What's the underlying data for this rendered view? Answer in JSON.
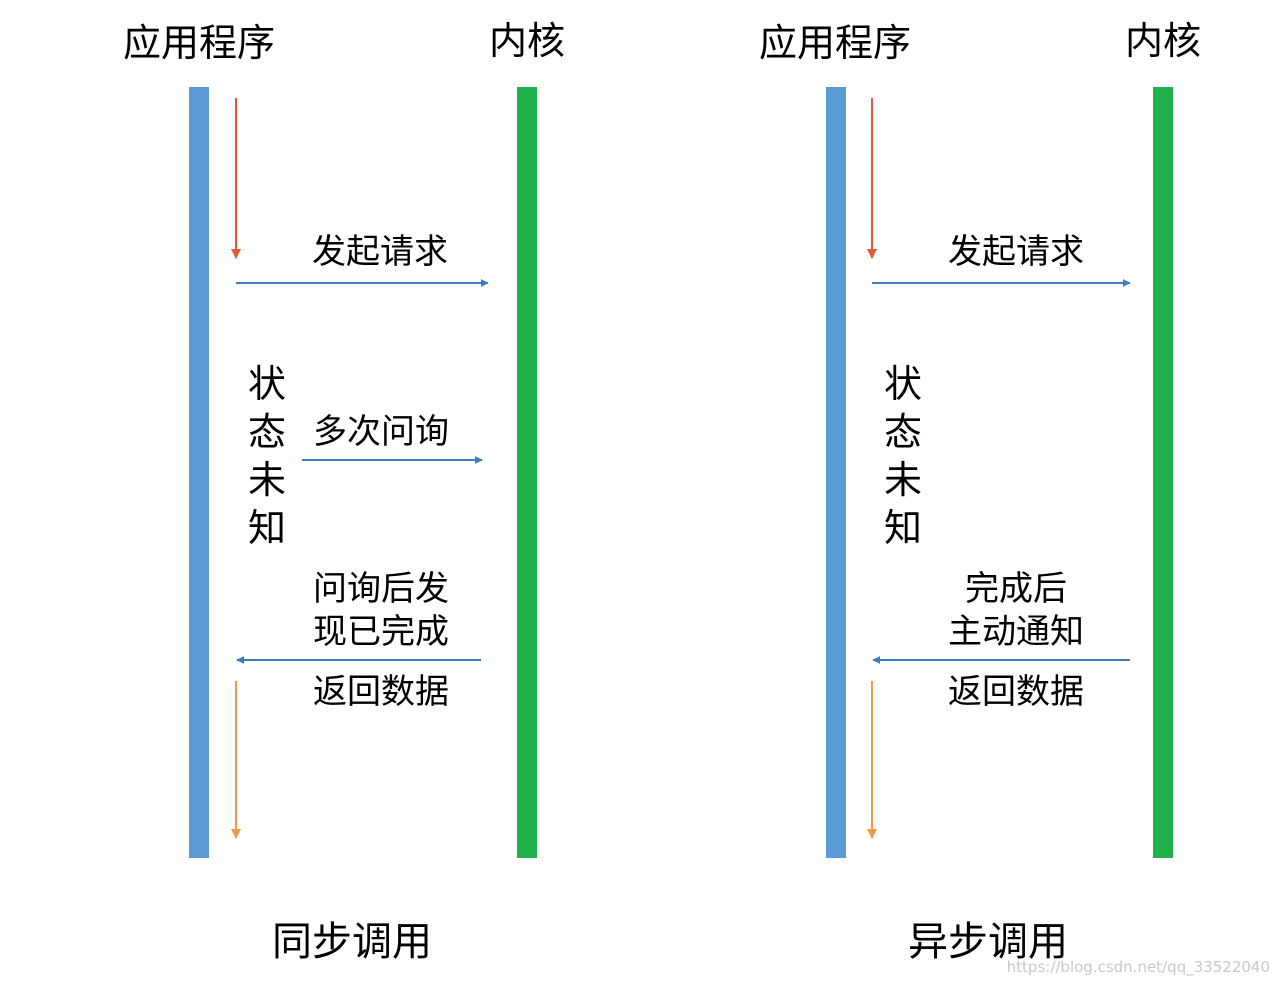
{
  "colors": {
    "app_lane": "#5b9bd5",
    "kernel_lane": "#20b04b",
    "message_arrow": "#3d7cc0",
    "app_flow_arrow_top": "#e05a3a",
    "app_flow_arrow_bottom": "#ef9a4a",
    "text": "#222222"
  },
  "sync": {
    "app_label": "应用程序",
    "kernel_label": "内核",
    "request": "发起请求",
    "state_chars": [
      "状",
      "态",
      "未",
      "知"
    ],
    "poll": "多次问询",
    "found_done_lines": [
      "问询后发",
      "现已完成"
    ],
    "return_data": "返回数据",
    "caption": "同步调用"
  },
  "async": {
    "app_label": "应用程序",
    "kernel_label": "内核",
    "request": "发起请求",
    "state_chars": [
      "状",
      "态",
      "未",
      "知"
    ],
    "notify_lines": [
      "完成后",
      "主动通知"
    ],
    "return_data": "返回数据",
    "caption": "异步调用"
  },
  "watermark": "https://blog.csdn.net/qq_33522040"
}
